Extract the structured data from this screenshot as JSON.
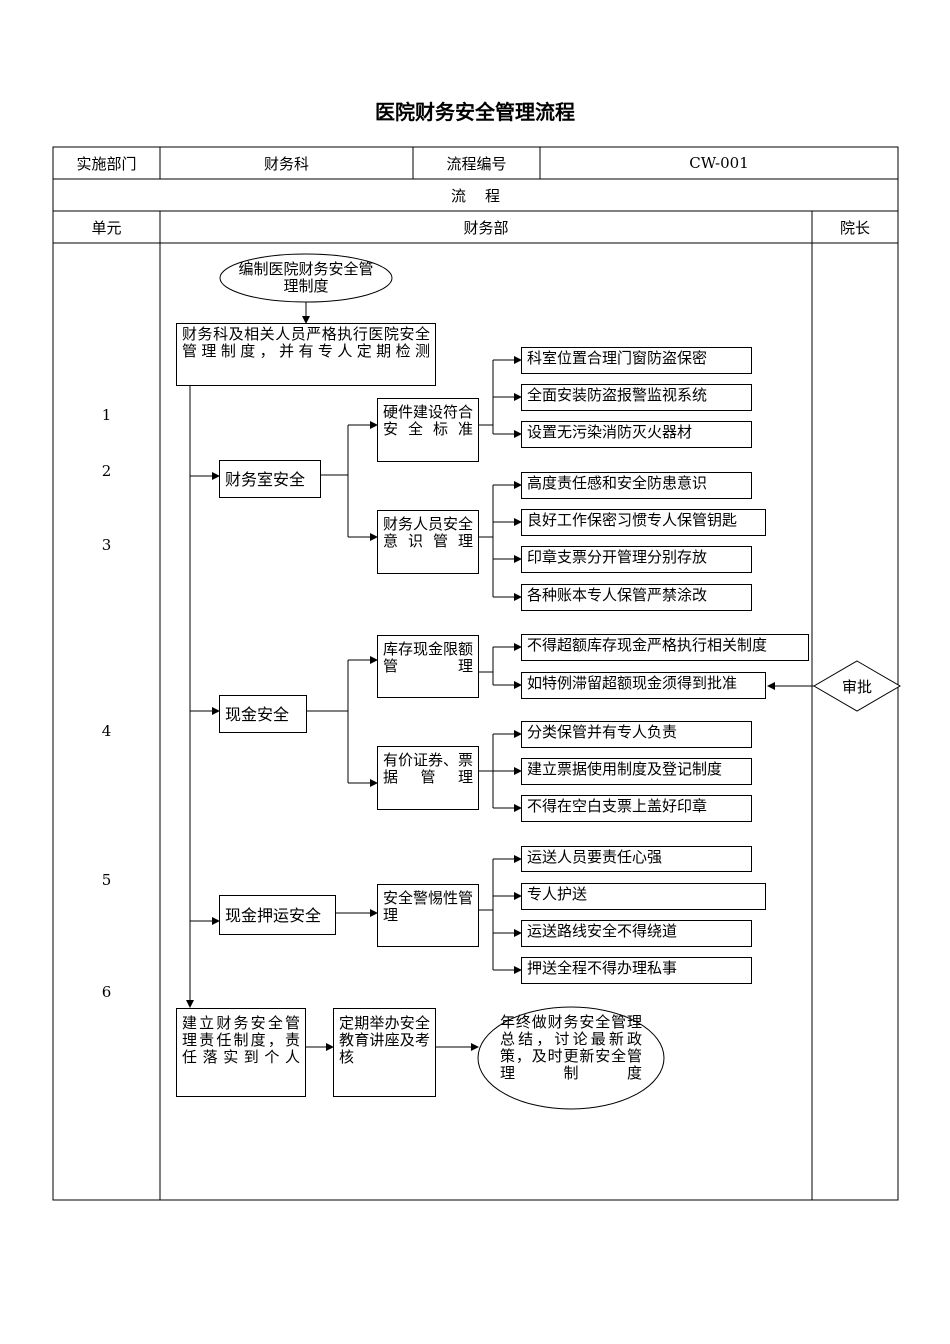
{
  "title": "医院财务安全管理流程",
  "header": {
    "dept_label": "实施部门",
    "dept_value": "财务科",
    "code_label": "流程编号",
    "code_value": "CW-001",
    "flow_label": "流    程",
    "unit_label": "单元",
    "col_finance": "财务部",
    "col_president": "院长"
  },
  "units": [
    "1",
    "2",
    "3",
    "4",
    "5",
    "6"
  ],
  "nodes": {
    "start": "编制医院财务安全管理制度",
    "strict": "财务科及相关人员严格执行医院安全管理制度，并有专人定期检测",
    "office_safety": "财务室安全",
    "hardware": "硬件建设符合安全标准",
    "hw1": "科室位置合理门窗防盗保密",
    "hw2": "全面安装防盗报警监视系统",
    "hw3": "设置无污染消防灭火器材",
    "awareness": "财务人员安全意识管理",
    "aw1": "高度责任感和安全防患意识",
    "aw2": "良好工作保密习惯专人保管钥匙",
    "aw3": "印章支票分开管理分别存放",
    "aw4": "各种账本专人保管严禁涂改",
    "cash_safety": "现金安全",
    "cash_limit": "库存现金限额管理",
    "cl1": "不得超额库存现金严格执行相关制度",
    "cl2": "如特例滞留超额现金须得到批准",
    "approve": "审批",
    "securities": "有价证券、票据管理",
    "sc1": "分类保管并有专人负责",
    "sc2": "建立票据使用制度及登记制度",
    "sc3": "不得在空白支票上盖好印章",
    "escort_safety": "现金押运安全",
    "vigilance": "安全警惕性管理",
    "es1": "运送人员要责任心强",
    "es2": "专人护送",
    "es3": "运送路线安全不得绕道",
    "es4": "押送全程不得办理私事",
    "responsibility": "建立财务安全管理责任制度，责任落实到个人",
    "training": "定期举办安全教育讲座及考核",
    "summary": "年终做财务安全管理总结，讨论最新政策，及时更新安全管理制度"
  }
}
